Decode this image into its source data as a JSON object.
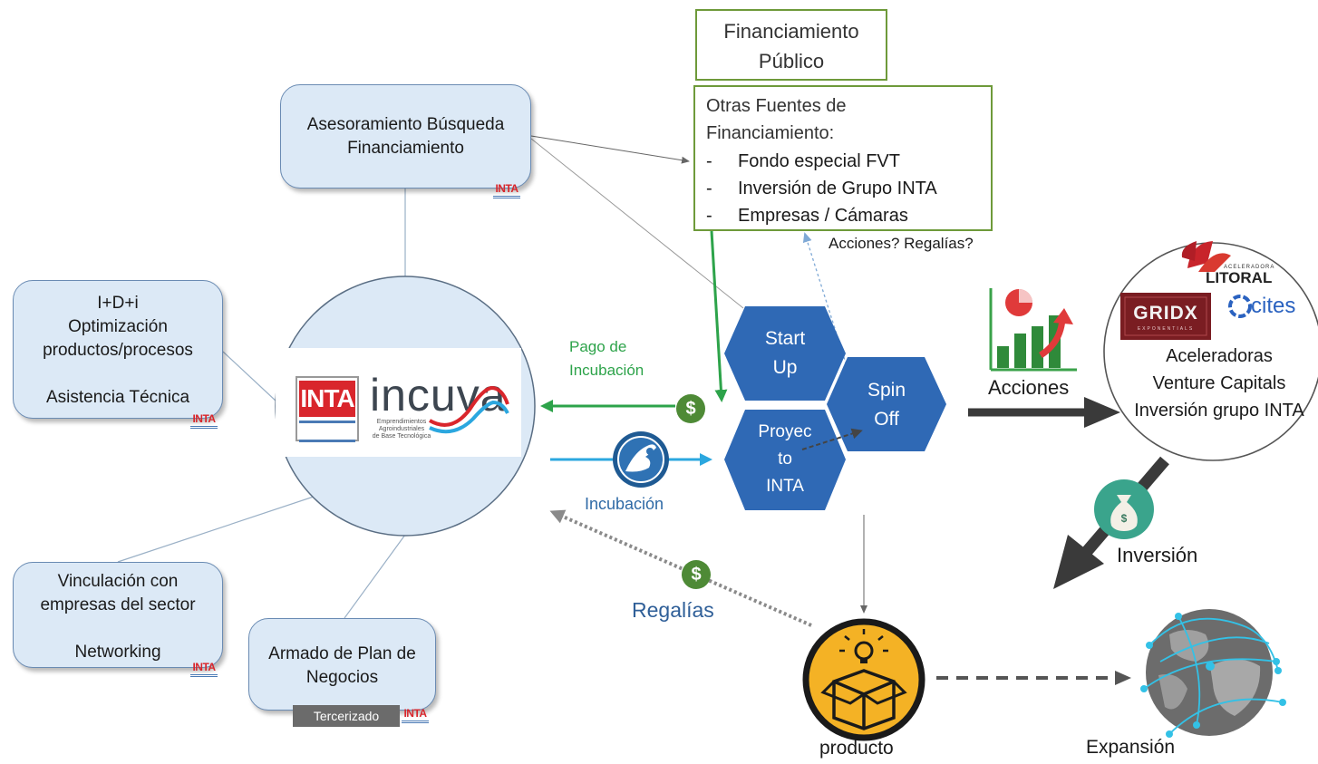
{
  "colors": {
    "box_fill": "#dce9f6",
    "box_border": "#6a8bb3",
    "hex_fill": "#2f69b5",
    "green": "#2da34a",
    "blue_arrow": "#2ba7df",
    "dark_arrow": "#3a3a3a",
    "inta_red": "#d9262c"
  },
  "services": {
    "financing": "Asesoramiento Búsqueda\nFinanciamiento",
    "rdi": "I+D+i\nOptimización\nproductos/procesos\n\nAsistencia Técnica",
    "networking": "Vinculación con\nempresas del sector\n\nNetworking",
    "business_plan": "Armado de Plan de\nNegocios",
    "outsourced_tag": "Tercerizado"
  },
  "logos": {
    "inta": "INTA",
    "incuva": "incuva",
    "incuva_sub": "Emprendimientos\nAgroindustriales\nde Base Tecnológica",
    "aceleradora_small": "ACELERADORA",
    "litoral": "LITORAL",
    "gridx": "GRIDX",
    "gridx_sub": "EXPONENTIALS",
    "cites": "cites"
  },
  "funding": {
    "public": "Financiamiento\nPúblico",
    "other_title": "Otras Fuentes de\nFinanciamiento:",
    "items": [
      "Fondo especial FVT",
      "Inversión de Grupo INTA",
      "Empresas / Cámaras"
    ],
    "bullet": "-"
  },
  "hexagons": {
    "startup": "Start\nUp",
    "spinoff": "Spin\nOff",
    "proyecto": "Proyec\nto\nINTA"
  },
  "labels": {
    "acciones_regalias_q": "Acciones? Regalías?",
    "pago": "Pago de\nIncubación",
    "incubacion": "Incubación",
    "regalias": "Regalías",
    "acciones": "Acciones",
    "investors": "Aceleradoras\nVenture Capitals\nInversión grupo INTA",
    "inversion": "Inversión",
    "producto": "producto",
    "expansion": "Expansión",
    "dollar": "$"
  }
}
